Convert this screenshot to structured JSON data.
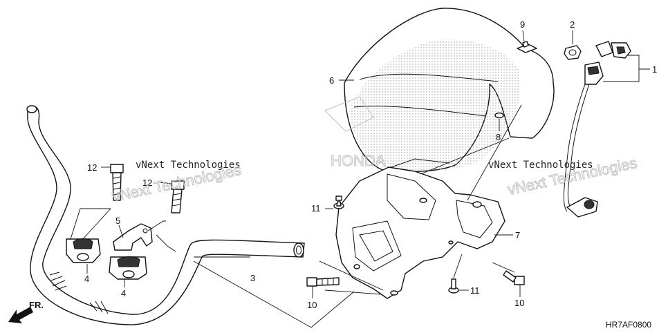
{
  "callouts": {
    "c1": "1",
    "c2": "2",
    "c3": "3",
    "c4a": "4",
    "c4b": "4",
    "c5": "5",
    "c6": "6",
    "c7": "7",
    "c8": "8",
    "c9": "9",
    "c10a": "10",
    "c10b": "10",
    "c11a": "11",
    "c11b": "11",
    "c12a": "12",
    "c12b": "12"
  },
  "front_marker": "FR.",
  "diagram_code": "HR7AF0800",
  "watermarks": {
    "w1": "vNext Technologies",
    "w2": "vNext Technologies",
    "w3": "vNext Technologies",
    "w4": "vNext Technologies"
  },
  "icons": {
    "front_arrow": "arrow-front-icon"
  }
}
